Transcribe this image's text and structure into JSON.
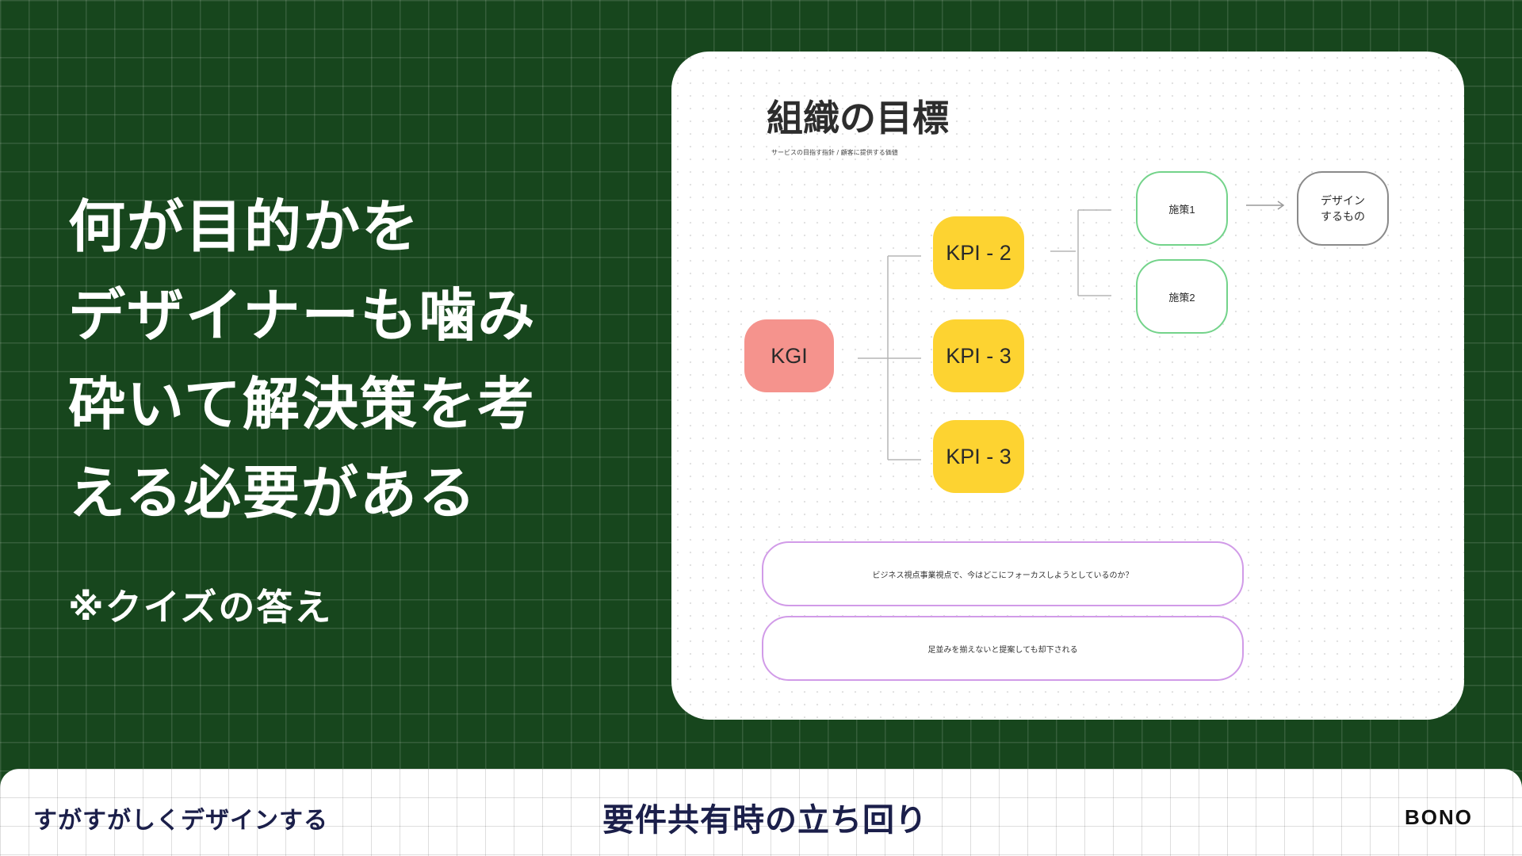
{
  "headline": {
    "lines": [
      "何が目的かを",
      "デザイナーも噛み",
      "砕いて解決策を考",
      "える必要がある"
    ]
  },
  "note": "※クイズの答え",
  "diagram": {
    "title": "組織の目標",
    "subtitle": "サービスの目指す指針 / 顧客に提供する価値",
    "kgi": "KGI",
    "kpis": [
      "KPI - 2",
      "KPI - 3",
      "KPI - 3"
    ],
    "measures": [
      "施策1",
      "施策2"
    ],
    "design_target": [
      "デザイン",
      "するもの"
    ],
    "notes": [
      "ビジネス視点事業視点で、今はどこにフォーカスしようとしているのか？",
      "足並みを揃えないと提案しても却下される"
    ],
    "colors": {
      "kgi": "#f5938d",
      "kpi": "#fdd331",
      "measure_border": "#73d38a",
      "note_border": "#d19be8"
    }
  },
  "footer": {
    "left": "すがすがしくデザインする",
    "center": "要件共有時の立ち回り",
    "right": "BONO"
  }
}
